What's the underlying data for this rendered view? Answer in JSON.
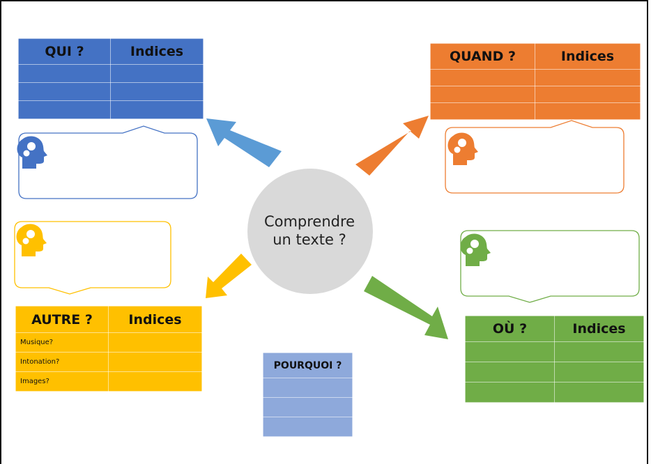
{
  "center": {
    "line1": "Comprendre",
    "line2": "un texte ?"
  },
  "qui": {
    "header": "QUI ?",
    "indices": "Indices",
    "color": "#4472c4"
  },
  "quand": {
    "header": "QUAND ?",
    "indices": "Indices",
    "color": "#ed7d31"
  },
  "ou": {
    "header": "OÙ ?",
    "indices": "Indices",
    "color": "#70ad47"
  },
  "autre": {
    "header": "AUTRE ?",
    "indices": "Indices",
    "color": "#ffc000",
    "rows": [
      "Musique?",
      "Intonation?",
      "Images?"
    ]
  },
  "pourquoi": {
    "header": "POURQUOI ?",
    "color": "#8ea9db"
  },
  "icons": [
    "head-gears-icon"
  ]
}
